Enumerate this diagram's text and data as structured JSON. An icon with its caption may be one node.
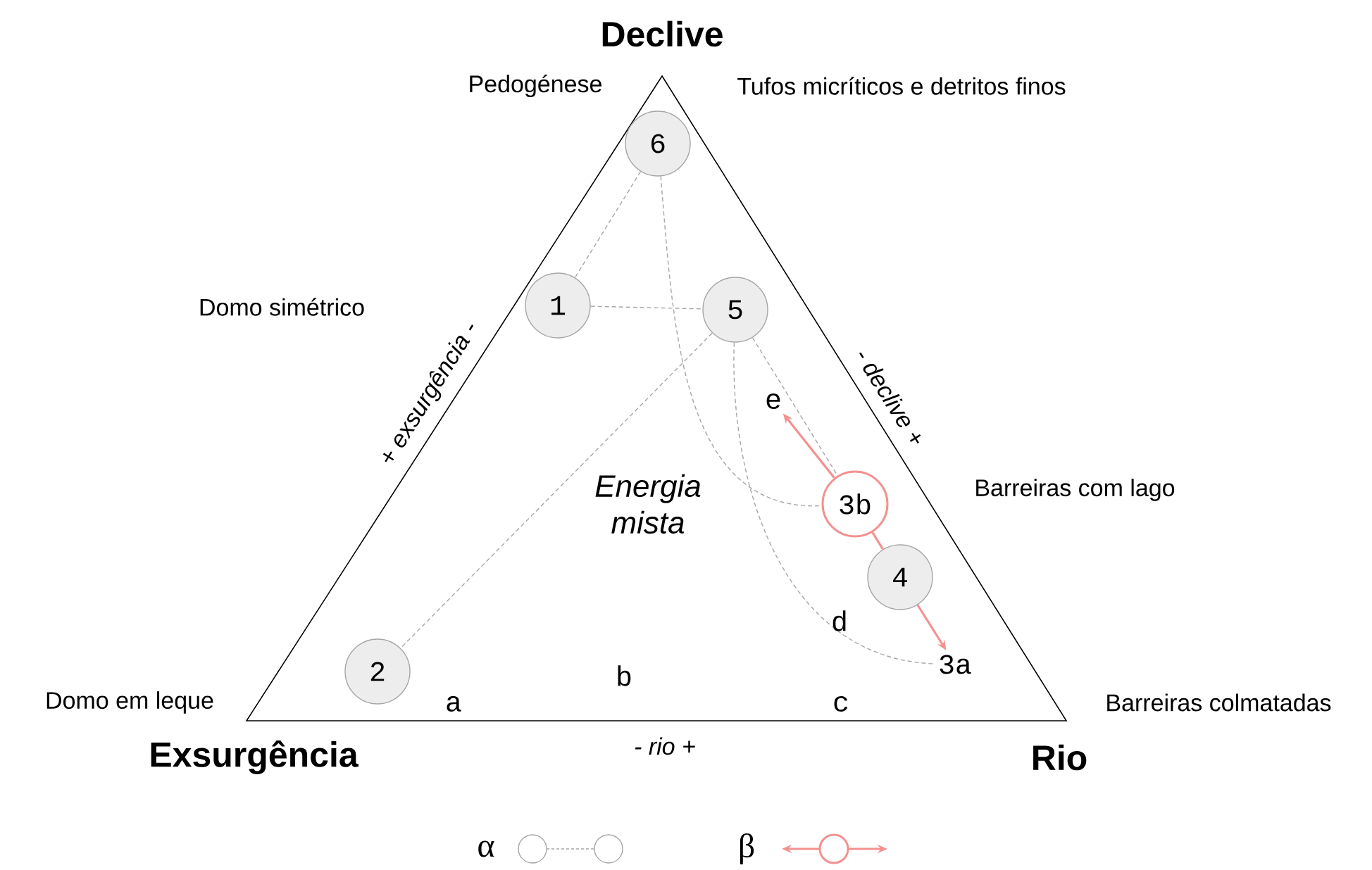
{
  "diagram": {
    "nodes": [
      {
        "text": [
          "6"
        ]
      },
      {
        "text": [
          "1"
        ]
      },
      {
        "text": [
          "5"
        ]
      },
      {
        "text": [
          "e"
        ]
      },
      {
        "text": [
          "3b"
        ]
      },
      {
        "text": [
          "4"
        ]
      },
      {
        "text": [
          "2"
        ]
      },
      {
        "text": [
          "3a"
        ]
      }
    ],
    "edges": [
      {
        "from": 0,
        "to": 1,
        "arrow": "none",
        "style": "dashed"
      },
      {
        "from": 1,
        "to": 2,
        "arrow": "none",
        "style": "dashed"
      },
      {
        "from": 2,
        "to": 6,
        "arrow": "none",
        "style": "dashed"
      },
      {
        "from": 0,
        "to": 4,
        "arrow": "none",
        "style": "dashed"
      },
      {
        "from": 2,
        "to": 7,
        "arrow": "none",
        "style": "dashed"
      },
      {
        "from": 2,
        "to": 4,
        "arrow": "none",
        "style": "dashed"
      },
      {
        "from": 4,
        "to": 3,
        "arrow": "to",
        "color": "#f4918f"
      },
      {
        "from": 4,
        "to": 5,
        "arrow": "none",
        "color": "#f4918f"
      },
      {
        "from": 5,
        "to": 7,
        "arrow": "to",
        "color": "#f4918f"
      }
    ],
    "labels": [
      "Declive",
      "Pedogénese",
      "Tufos micríticos e detritos finos",
      "Domo simétrico",
      "+ exsurgência -",
      "- declive +",
      "Barreiras com lago",
      "Energia mista",
      "Domo em leque",
      "a",
      "b",
      "c",
      "d",
      "Barreiras colmatadas",
      "Exsurgência",
      "- rio +",
      "Rio"
    ],
    "legend": [
      {
        "text": "α"
      },
      {
        "text": "β"
      }
    ]
  }
}
